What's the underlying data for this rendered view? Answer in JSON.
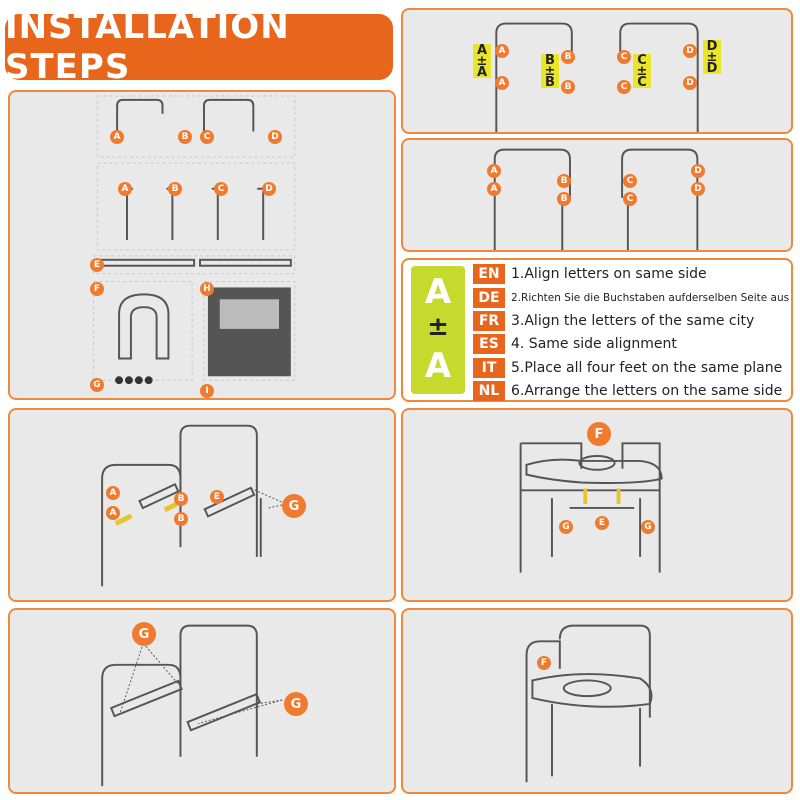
{
  "title": "INSTALLATION STEPS",
  "labels": {
    "A": "A",
    "B": "B",
    "C": "C",
    "D": "D",
    "E": "E",
    "F": "F",
    "G": "G",
    "H": "H",
    "I": "I"
  },
  "pairs": {
    "A": [
      "A",
      "A"
    ],
    "B": [
      "B",
      "B"
    ],
    "C": [
      "C",
      "C"
    ],
    "D": [
      "D",
      "D"
    ]
  },
  "legend": {
    "big_top": "A",
    "big_bottom": "A",
    "items": [
      {
        "code": "EN",
        "text": "1.Align letters on same side"
      },
      {
        "code": "DE",
        "text": "2.Richten Sie die Buchstaben aufderselben Seite aus"
      },
      {
        "code": "FR",
        "text": "3.Align the letters of the same city"
      },
      {
        "code": "ES",
        "text": "4. Same side alignment"
      },
      {
        "code": "IT",
        "text": "5.Place all four feet on the same plane"
      },
      {
        "code": "NL",
        "text": "6.Arrange the letters on the same side"
      }
    ]
  },
  "colors": {
    "accent": "#e8651c",
    "label": "#f07a2e",
    "yellow": "#e9e52b",
    "green": "#c6d92d",
    "panel": "#e9e9ea"
  }
}
